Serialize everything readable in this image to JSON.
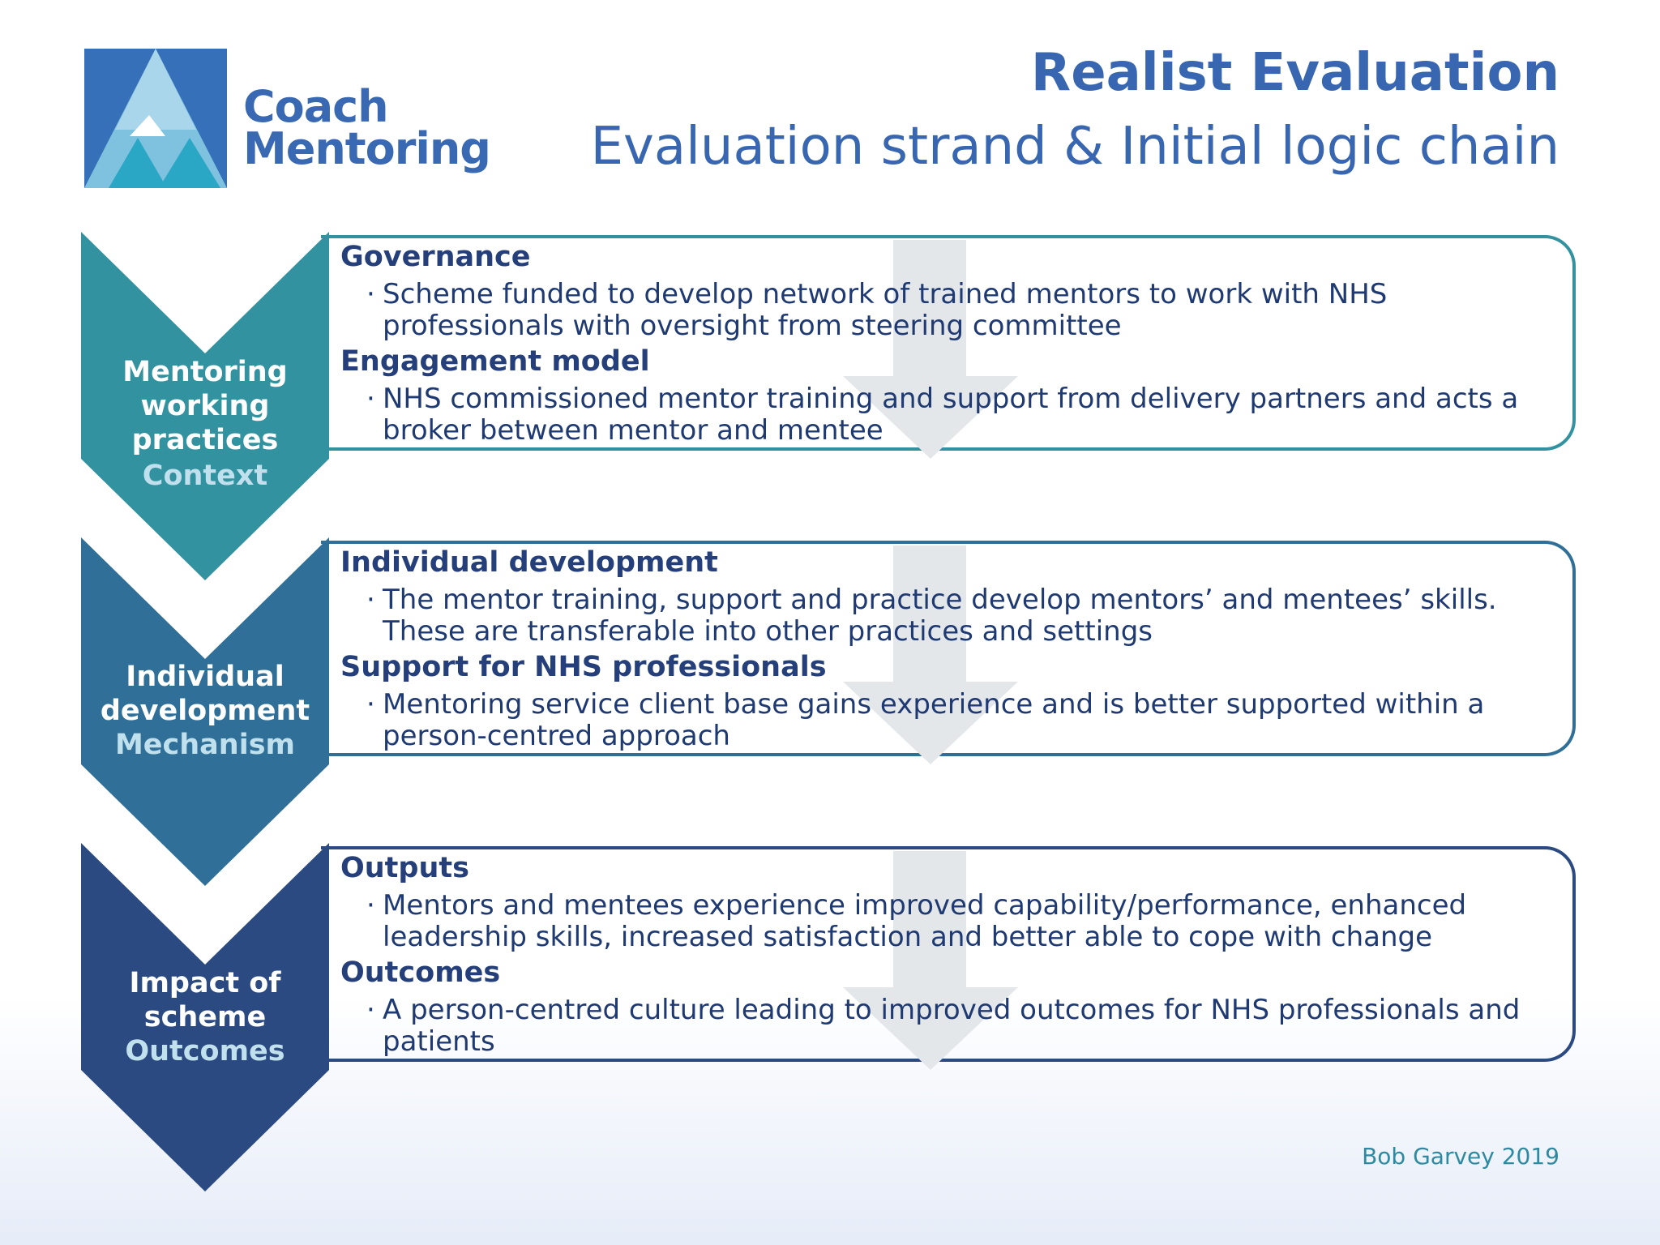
{
  "logo": {
    "line1": "Coach",
    "line2": "Mentoring"
  },
  "title": {
    "line1": "Realist Evaluation",
    "line2": "Evaluation strand & Initial logic chain"
  },
  "colors": {
    "context": "#32929f",
    "mechanism": "#2f6f98",
    "outcomes": "#2b4a82",
    "heading_blue": "#3866b0"
  },
  "stages": [
    {
      "label_lines": [
        "Mentoring",
        "working",
        "practices"
      ],
      "sub": "Context",
      "items": [
        {
          "heading": "Governance",
          "bullet": "Scheme funded to develop network of trained mentors to work with NHS professionals with oversight from steering committee"
        },
        {
          "heading": "Engagement model",
          "bullet": "NHS commissioned mentor training and support from delivery partners and acts a broker between mentor and mentee"
        }
      ]
    },
    {
      "label_lines": [
        "Individual",
        "development"
      ],
      "sub": "Mechanism",
      "items": [
        {
          "heading": "Individual development",
          "bullet": "The mentor training, support and practice develop mentors’ and mentees’ skills. These are transferable into other practices and settings"
        },
        {
          "heading": "Support for NHS professionals",
          "bullet": "Mentoring service client base gains experience and is better supported within a person-centred approach"
        }
      ]
    },
    {
      "label_lines": [
        "Impact of",
        "scheme"
      ],
      "sub": "Outcomes",
      "items": [
        {
          "heading": "Outputs",
          "bullet": "Mentors and mentees experience improved capability/performance, enhanced leadership skills, increased satisfaction and better able to cope with change"
        },
        {
          "heading": "Outcomes",
          "bullet": "A person-centred culture leading to improved outcomes for NHS professionals and patients"
        }
      ]
    }
  ],
  "footer": "Bob Garvey 2019"
}
